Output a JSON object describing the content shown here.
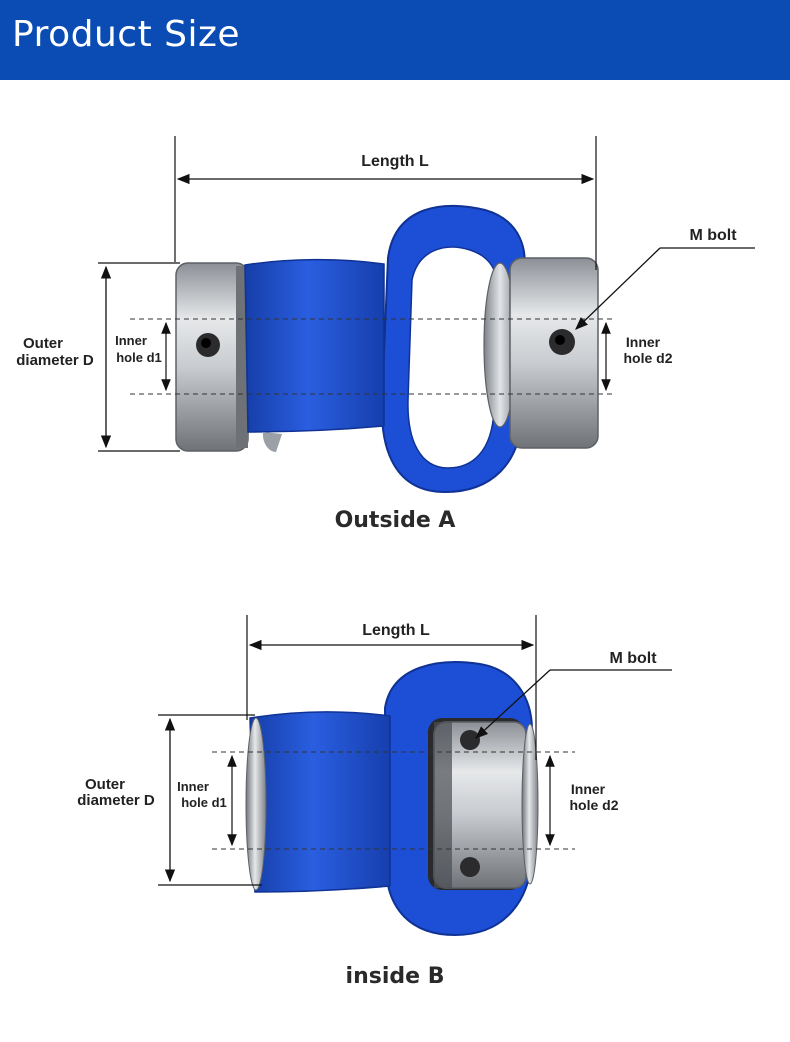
{
  "header": {
    "title": "Product Size",
    "color": "#0a4cb4"
  },
  "outside": {
    "length": "Length L",
    "bolt": "M bolt",
    "outer_1": "Outer",
    "outer_2": "diameter D",
    "inner1_1": "Inner",
    "inner1_2": "hole d1",
    "inner2_1": "Inner",
    "inner2_2": "hole d2",
    "caption": "Outside  A"
  },
  "inside": {
    "length": "Length L",
    "bolt": "M bolt",
    "outer_1": "Outer",
    "outer_2": "diameter D",
    "inner1_1": "Inner",
    "inner1_2": "hole d1",
    "inner2_1": "Inner",
    "inner2_2": "hole d2",
    "caption": "inside  B"
  },
  "colors": {
    "blue_body": "#1f4fd0",
    "steel": "#b8bcc2",
    "header": "#0a4cb4"
  }
}
